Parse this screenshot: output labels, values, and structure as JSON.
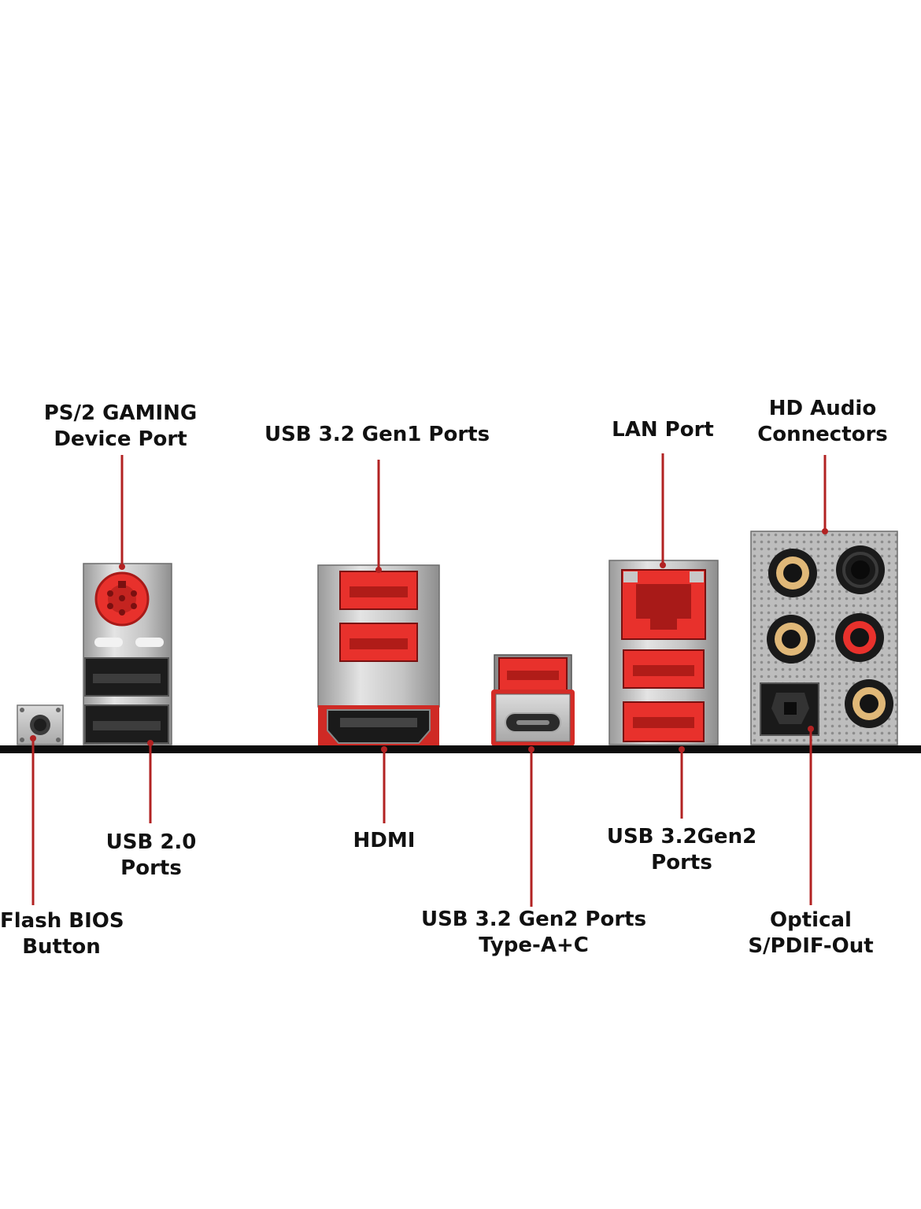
{
  "labels": {
    "ps2": [
      "PS/2 GAMING",
      "Device Port"
    ],
    "usb_gen1": [
      "USB 3.2 Gen1 Ports"
    ],
    "lan": [
      "LAN Port"
    ],
    "hd_audio": [
      "HD Audio",
      "Connectors"
    ],
    "usb20": [
      "USB 2.0",
      "Ports"
    ],
    "hdmi": [
      "HDMI"
    ],
    "usb_gen2": [
      "USB 3.2Gen2",
      "Ports"
    ],
    "flash_bios": [
      "Flash BIOS",
      "Button"
    ],
    "usb_gen2_ac": [
      "USB 3.2 Gen2 Ports",
      "Type-A+C"
    ],
    "optical": [
      "Optical",
      "S/PDIF-Out"
    ]
  },
  "colors": {
    "leader_line": "#b22222",
    "port_red": "#e8312c",
    "port_dark_red": "#a81a18",
    "metal": "#c8c8c8",
    "baseline": "#0d0d0d",
    "audio_gold": "#e0b878"
  }
}
